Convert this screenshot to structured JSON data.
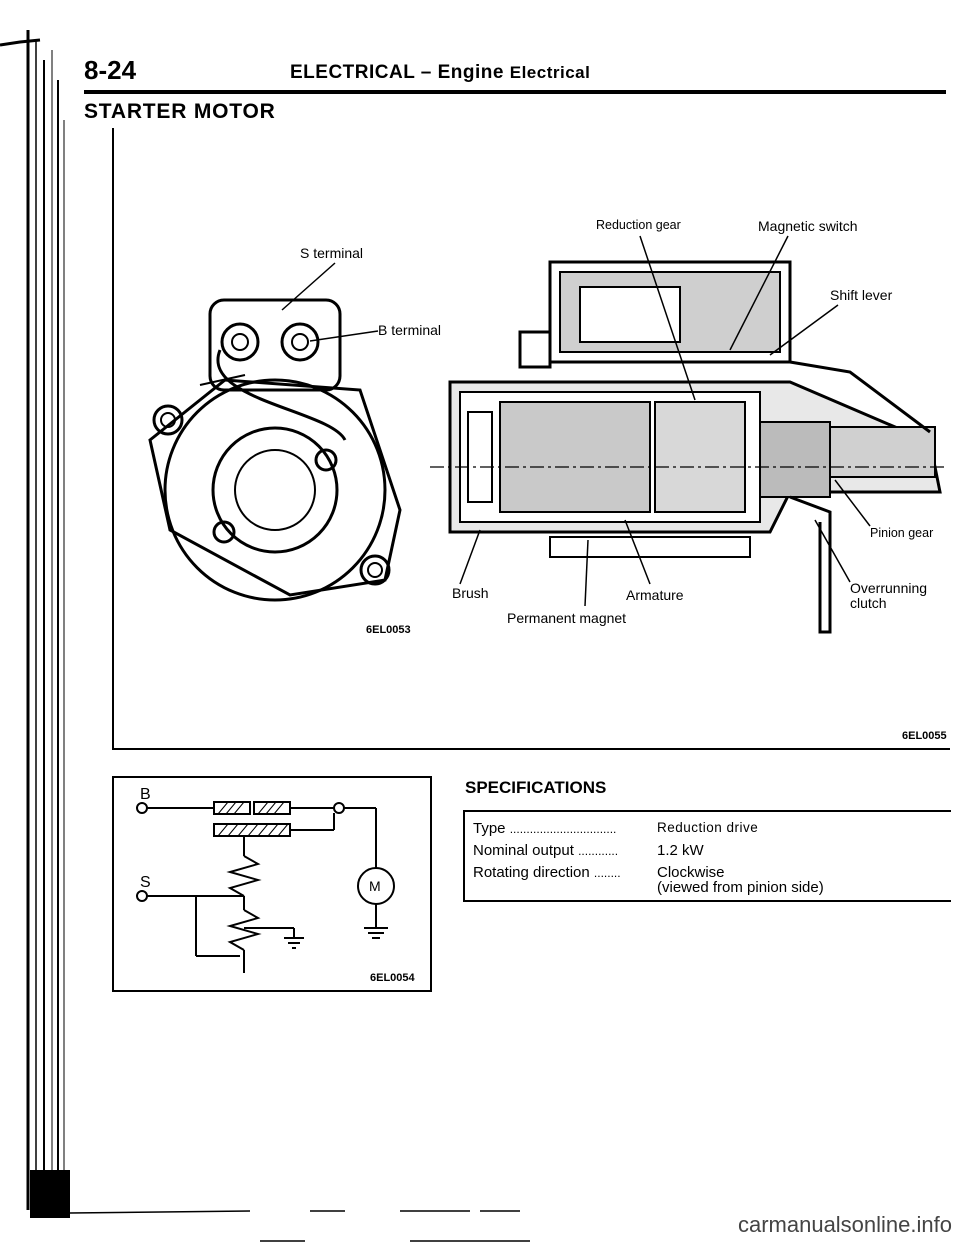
{
  "header": {
    "page_number": "8-24",
    "title": "ELECTRICAL – Engine",
    "subtitle": "Electrical"
  },
  "section_title": "STARTER MOTOR",
  "figure_front": {
    "labels": {
      "s_terminal": "S terminal",
      "b_terminal": "B terminal"
    },
    "code": "6EL0053"
  },
  "figure_section": {
    "labels": {
      "reduction_gear": "Reduction gear",
      "magnetic_switch": "Magnetic switch",
      "shift_lever": "Shift lever",
      "pinion_gear": "Pinion gear",
      "overrunning_clutch_1": "Overrunning",
      "overrunning_clutch_2": "clutch",
      "brush": "Brush",
      "armature": "Armature",
      "permanent_magnet": "Permanent magnet"
    },
    "code": "6EL0055"
  },
  "circuit": {
    "terminal_b": "B",
    "terminal_s": "S",
    "motor": "M",
    "code": "6EL0054"
  },
  "specifications": {
    "title": "SPECIFICATIONS",
    "rows": [
      {
        "label": "Type",
        "dots": "................................",
        "value": "Reduction drive"
      },
      {
        "label": "Nominal output",
        "dots": "............",
        "value": "1.2 kW"
      },
      {
        "label": "Rotating direction",
        "dots": "........",
        "value": "Clockwise",
        "value2": "(viewed from pinion side)"
      }
    ]
  },
  "watermark": "carmanualsonline.info"
}
